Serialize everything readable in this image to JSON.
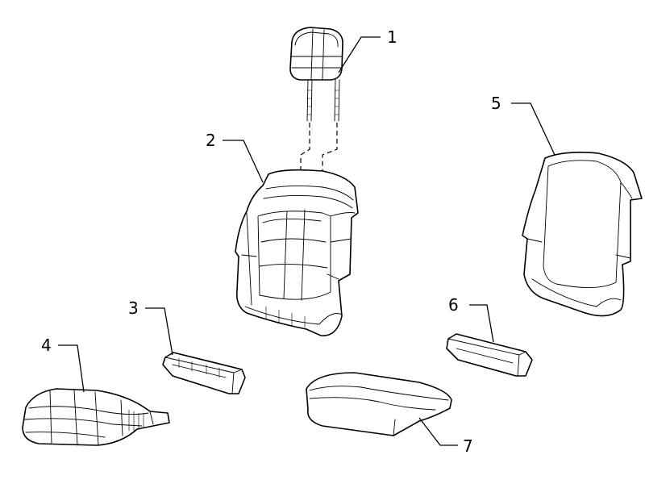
{
  "diagram": {
    "callouts": [
      {
        "id": 1,
        "label": "1"
      },
      {
        "id": 2,
        "label": "2"
      },
      {
        "id": 3,
        "label": "3"
      },
      {
        "id": 4,
        "label": "4"
      },
      {
        "id": 5,
        "label": "5"
      },
      {
        "id": 6,
        "label": "6"
      },
      {
        "id": 7,
        "label": "7"
      }
    ],
    "parts": [
      {
        "callout": "1",
        "icon": "headrest-icon"
      },
      {
        "callout": "2",
        "icon": "seat-back-cover-icon"
      },
      {
        "callout": "3",
        "icon": "bracket-icon"
      },
      {
        "callout": "4",
        "icon": "seat-cushion-cover-icon"
      },
      {
        "callout": "5",
        "icon": "seat-back-pad-icon"
      },
      {
        "callout": "6",
        "icon": "bracket-icon"
      },
      {
        "callout": "7",
        "icon": "seat-cushion-pad-icon"
      }
    ]
  }
}
